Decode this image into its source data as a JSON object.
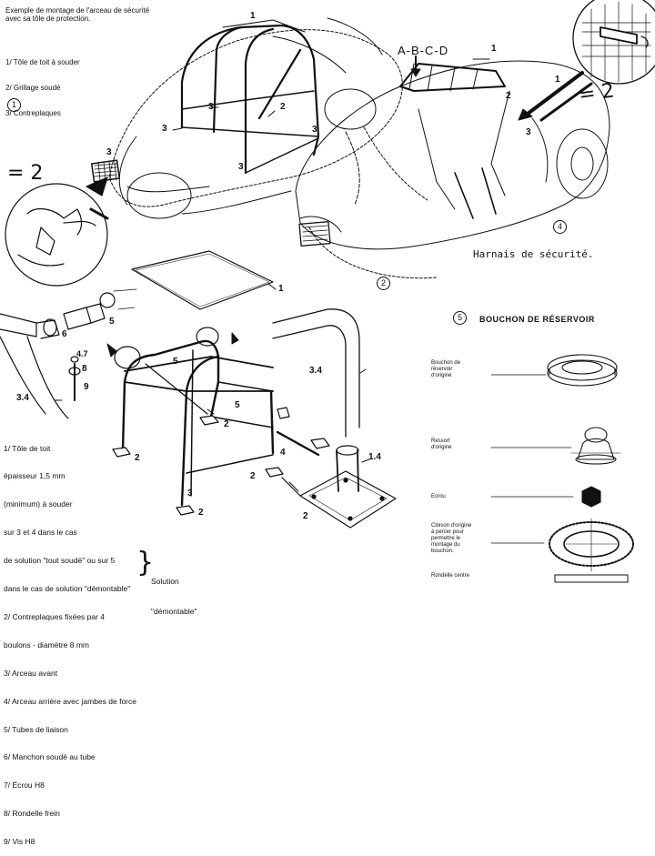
{
  "caption": "Exemple de montage de l'arceau de sécurité\navec sa tôle de protection.",
  "legend_top": [
    "1/ Tôle de toit à souder",
    "2/ Grillage soudé",
    "3/ Contreplaques"
  ],
  "harnais": "Harnais de sécurité.",
  "parts": {
    "title": "BOUCHON DE RÉSERVOIR",
    "items": [
      {
        "label": "Bouchon de\nréservoir\nd'origine"
      },
      {
        "label": "Ressort\nd'origine"
      },
      {
        "label": "Ecrou"
      },
      {
        "label": "Cloison d'origine\nà percer pour\npermettre le\nmontage du\nbouchon."
      },
      {
        "label": "Rondelle centre"
      }
    ]
  },
  "legend_bottom": [
    "1/ Tôle de toit",
    "épaisseur 1,5 mm",
    "(minimum) à souder",
    "sur 3 et 4 dans le cas",
    "de solution \"tout soudé\" ou sur 5",
    "dans le cas de solution \"démontable\"",
    "2/ Contreplaques fixées par 4",
    "boulons - diamètre 8 mm",
    "3/ Arceau avant",
    "4/ Arceau arrière avec jambes de force",
    "5/ Tubes de liaison",
    "6/ Manchon soudé au tube",
    "7/ Écrou H8",
    "8/ Rondelle frein",
    "9/ Vis H8"
  ],
  "solution": [
    "Solution",
    "\"démontable\""
  ],
  "figure_numbers": [
    "1",
    "2",
    "4",
    "5"
  ],
  "abcd": "A-B-C-D",
  "eq_left": "= 2",
  "eq_right": "= 2",
  "callouts": [
    "1",
    "2",
    "3",
    "3",
    "3",
    "3",
    "3",
    "1",
    "2",
    "3",
    "1",
    "5",
    "6",
    "4.7",
    "8",
    "9",
    "3.4",
    "3.4",
    "5",
    "5",
    "2",
    "2",
    "2",
    "2",
    "4",
    "1.4",
    "3",
    "1",
    "2"
  ]
}
